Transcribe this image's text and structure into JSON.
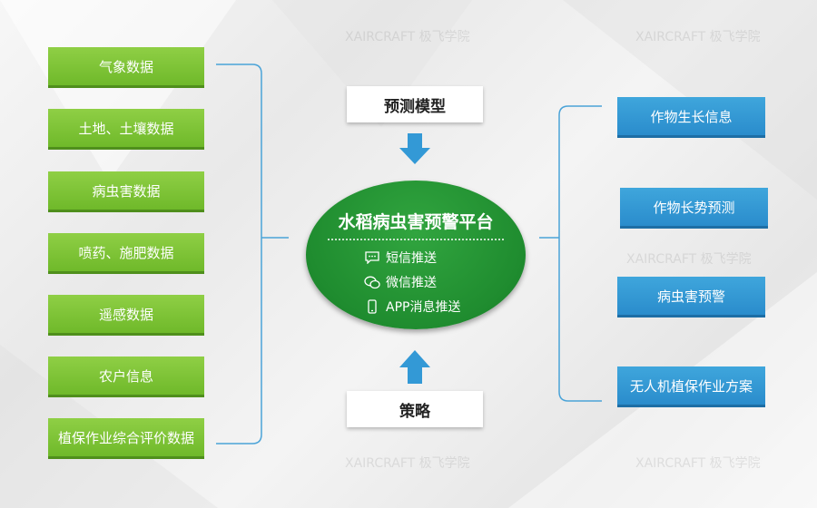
{
  "left_inputs": [
    "气象数据",
    "土地、土壤数据",
    "病虫害数据",
    "喷药、施肥数据",
    "遥感数据",
    "农户信息",
    "植保作业综合评价数据"
  ],
  "top_box": "预测模型",
  "bottom_box": "策略",
  "hub": {
    "title": "水稻病虫害预警平台",
    "channels": [
      {
        "label": "短信推送",
        "icon": "sms-icon"
      },
      {
        "label": "微信推送",
        "icon": "wechat-icon"
      },
      {
        "label": "APP消息推送",
        "icon": "phone-icon"
      }
    ]
  },
  "right_outputs": [
    "作物生长信息",
    "作物长势预测",
    "病虫害预警",
    "无人机植保作业方案"
  ],
  "colors": {
    "green": "#7cc236",
    "blue": "#3399d6",
    "hub": "#1f8c2f",
    "arrow": "#3399d6",
    "line": "#4aa3d8"
  }
}
